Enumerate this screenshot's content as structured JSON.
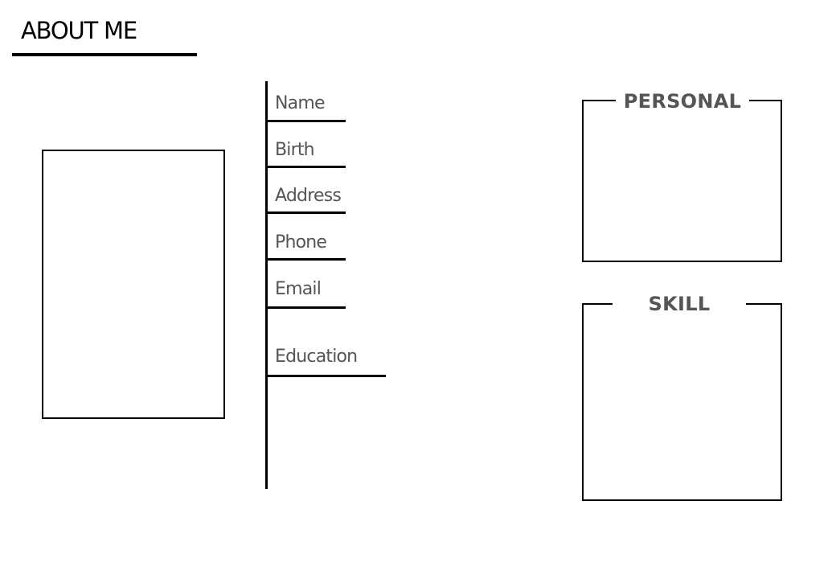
{
  "header": {
    "title": "ABOUT ME"
  },
  "info_fields": [
    {
      "label": "Name"
    },
    {
      "label": "Birth"
    },
    {
      "label": "Address"
    },
    {
      "label": "Phone"
    },
    {
      "label": "Email"
    },
    {
      "label": "Education"
    }
  ],
  "boxes": {
    "personal": {
      "title": "PERSONAL"
    },
    "skill": {
      "title": "SKILL"
    }
  },
  "colors": {
    "line": "#000000",
    "label_text": "#555555",
    "background": "#ffffff"
  }
}
